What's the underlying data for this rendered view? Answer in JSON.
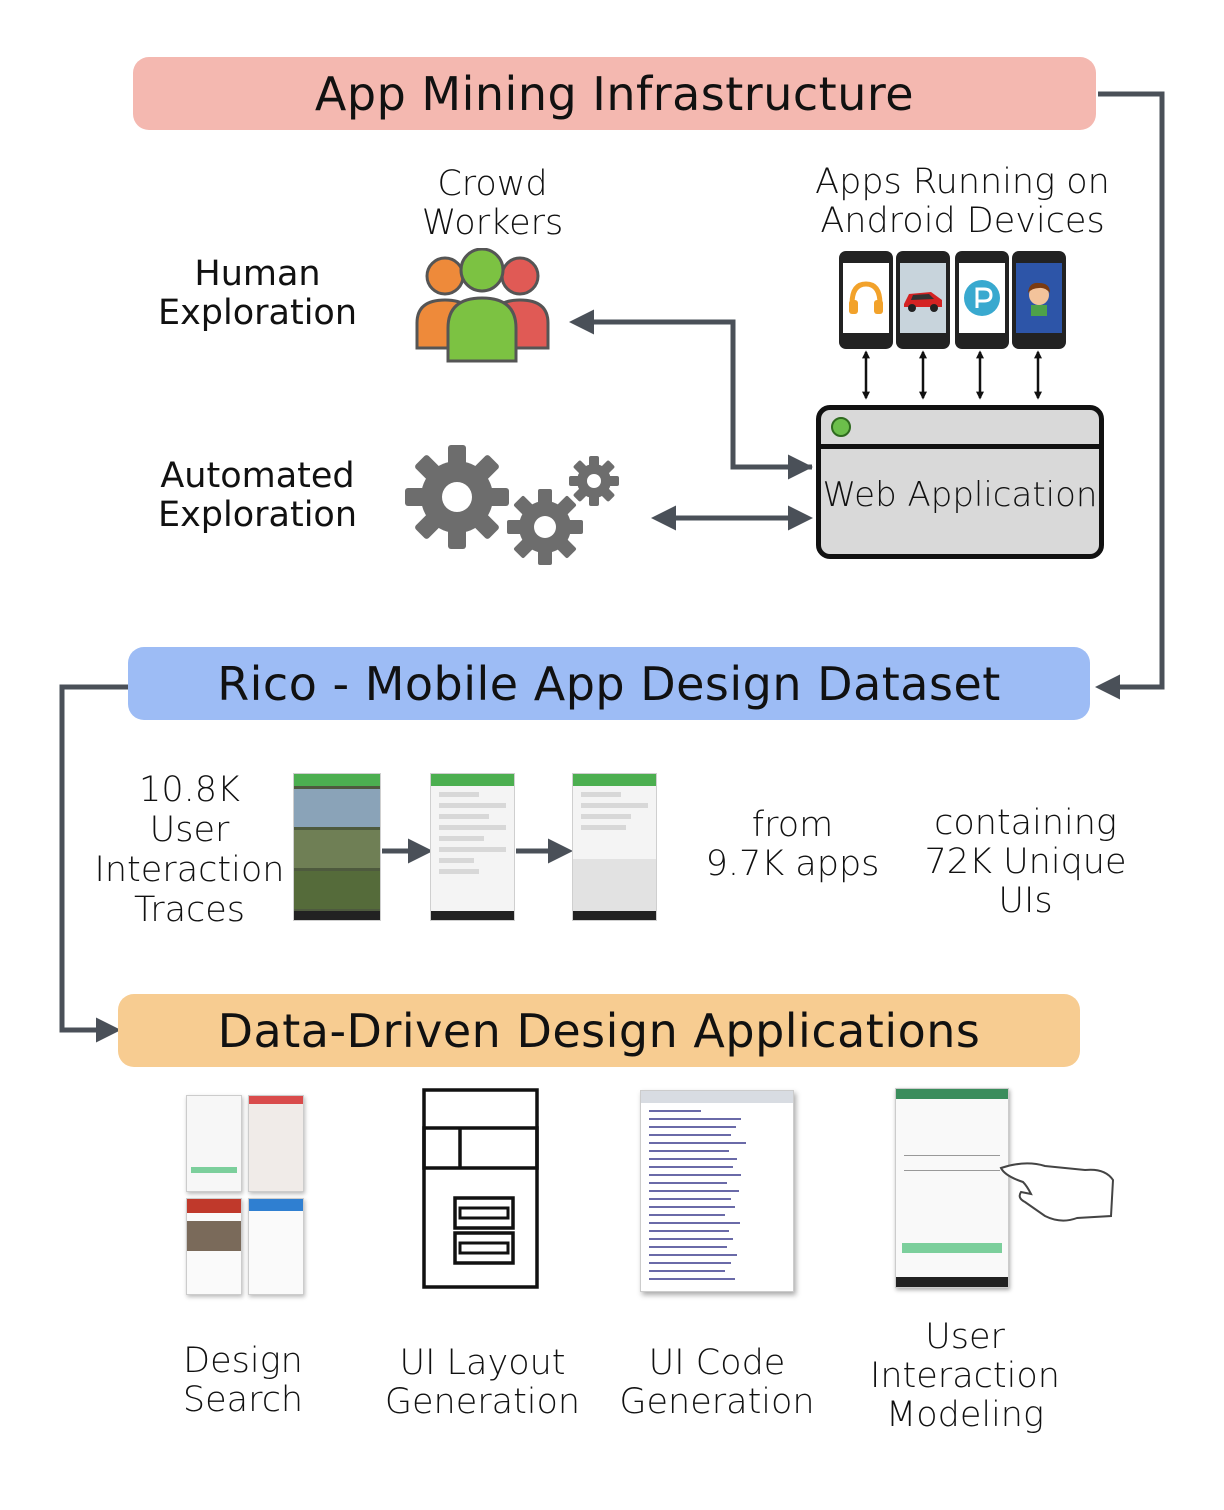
{
  "sections": {
    "mining": "App Mining Infrastructure",
    "rico": "Rico - Mobile App Design Dataset",
    "apps": "Data-Driven Design Applications"
  },
  "mining": {
    "crowd_workers": [
      "Crowd",
      "Workers"
    ],
    "apps_running": [
      "Apps Running on",
      "Android Devices"
    ],
    "human_exploration": [
      "Human",
      "Exploration"
    ],
    "automated_exploration": [
      "Automated",
      "Exploration"
    ],
    "web_application": "Web Application",
    "device_icons": [
      "headphones-icon",
      "race-car-icon",
      "p-logo-icon",
      "game-character-icon"
    ]
  },
  "dataset": {
    "traces": [
      "10.8K",
      "User",
      "Interaction",
      "Traces"
    ],
    "from": [
      "from",
      "9.7K apps"
    ],
    "containing": [
      "containing",
      "72K Unique",
      "UIs"
    ]
  },
  "applications": [
    {
      "label": [
        "Design",
        "Search"
      ],
      "icon": "design-search-icon"
    },
    {
      "label": [
        "UI Layout",
        "Generation"
      ],
      "icon": "wireframe-icon"
    },
    {
      "label": [
        "UI Code",
        "Generation"
      ],
      "icon": "code-editor-icon"
    },
    {
      "label": [
        "User",
        "Interaction",
        "Modeling"
      ],
      "icon": "hand-touch-icon"
    }
  ],
  "colors": {
    "mining": "#f4b8b0",
    "rico": "#9dbcf5",
    "apps": "#f7cc91",
    "arrow": "#4a5058",
    "window": "#d9d9d9",
    "green_dot": "#6cbf4b"
  }
}
